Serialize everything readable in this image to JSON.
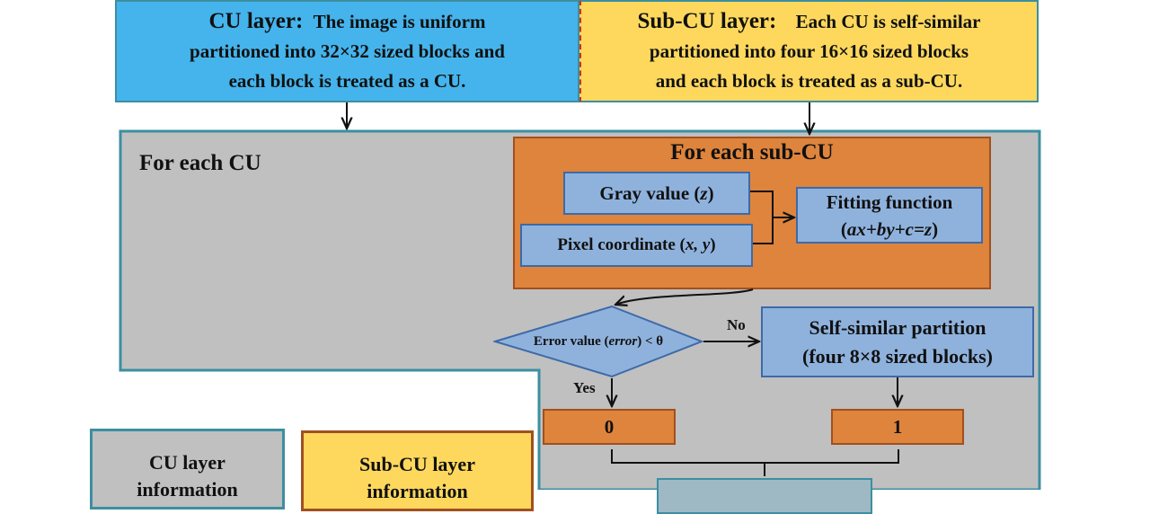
{
  "cu_layer": {
    "heading": "CU layer:",
    "line1_rest": "The image is uniform",
    "line2": "partitioned into 32×32 sized blocks and",
    "line3": "each block is  treated as a CU."
  },
  "sub_cu_layer": {
    "heading": "Sub-CU layer:",
    "line1_rest": "Each CU is self-similar",
    "line2": "partitioned into four 16×16 sized blocks",
    "line3": "and each block is  treated as a sub-CU."
  },
  "for_each_cu": {
    "label": "For each CU"
  },
  "for_each_sub_cu": {
    "title": "For each sub-CU",
    "gray_value": {
      "text": "Gray value (",
      "var": "z",
      "close": ")"
    },
    "pixel_coordinate": {
      "text": "Pixel coordinate (",
      "var": "x, y",
      "close": ")"
    },
    "fitting_function": {
      "line1": "Fitting function",
      "open": "(",
      "expr": "ax+by+c=z",
      "close": ")"
    }
  },
  "decision": {
    "text": "Error value (",
    "var": "error",
    "close": ") < θ",
    "no_label": "No",
    "yes_label": "Yes"
  },
  "partition": {
    "line1": "Self-similar partition",
    "line2": "(four 8×8 sized blocks)"
  },
  "outputs": {
    "zero": "0",
    "one": "1"
  },
  "bottom": {
    "cu_info": {
      "line1": "CU layer",
      "line2": "information"
    },
    "sub_cu_info": {
      "line1": "Sub-CU layer",
      "line2": "information"
    }
  },
  "colors": {
    "cu_blue": "#45b4ec",
    "sub_cu_yellow": "#fdd85d",
    "panel_gray": "#c0c0c0",
    "panel_border": "#3c8fa0",
    "orange": "#de843c",
    "orange_border": "#a05020",
    "node_blue": "#8fb2dd",
    "node_border": "#3d6aa8"
  }
}
